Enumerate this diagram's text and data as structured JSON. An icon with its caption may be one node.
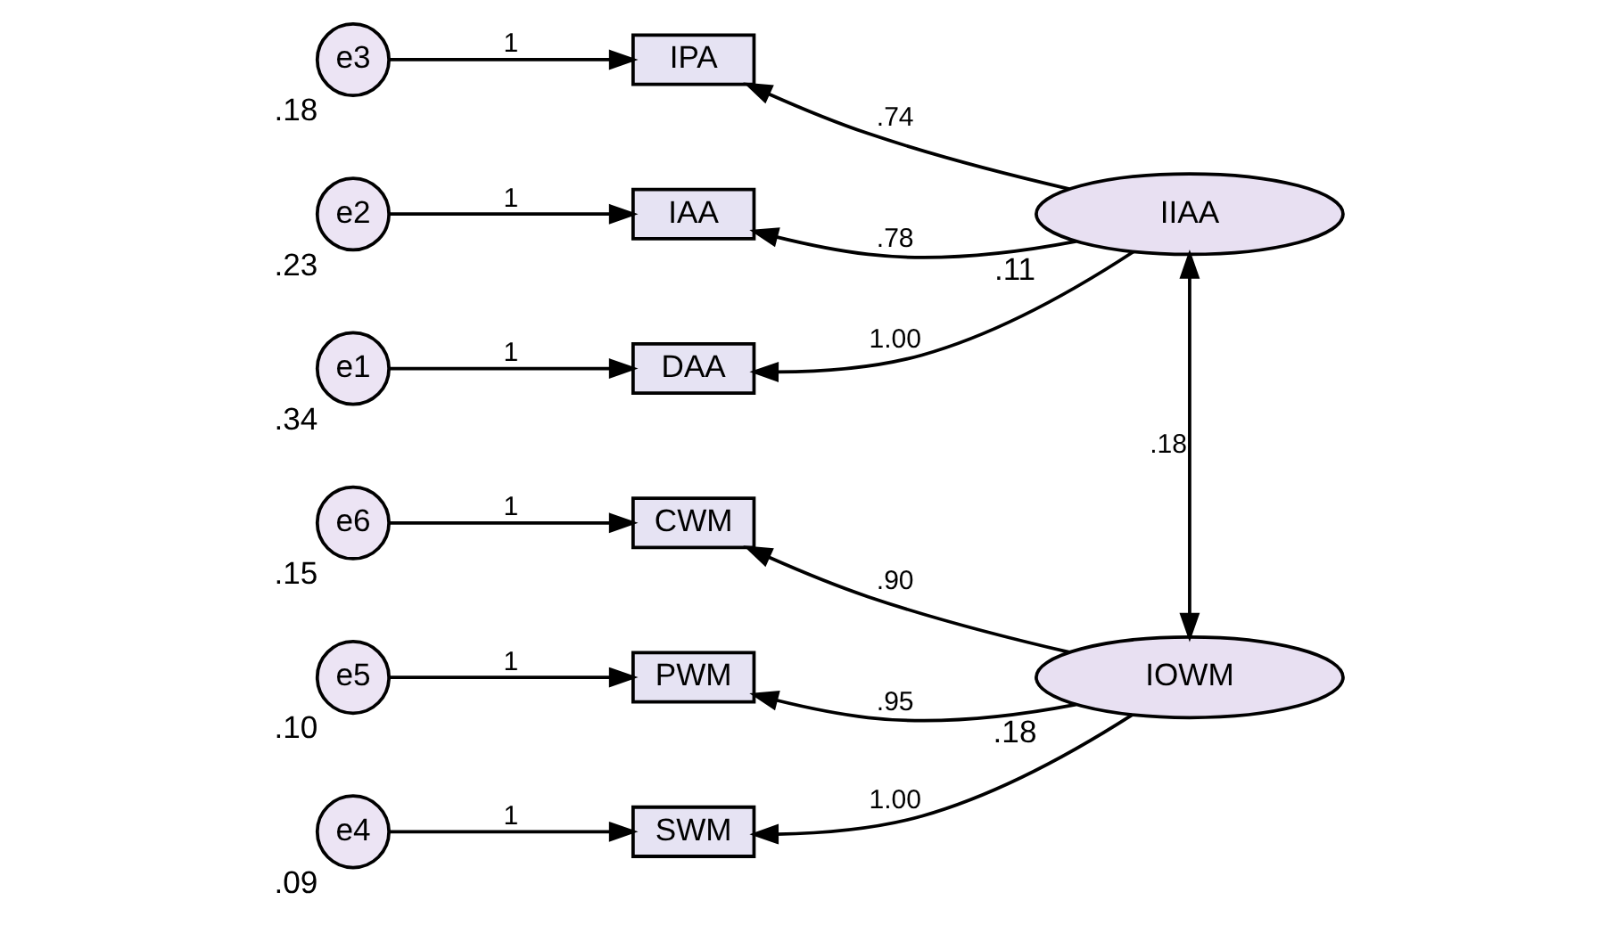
{
  "diagram": {
    "nodes": [
      {
        "text": [
          "e3"
        ],
        "beside": [
          ".18"
        ]
      },
      {
        "text": [
          "e2"
        ],
        "beside": [
          ".23"
        ]
      },
      {
        "text": [
          "e1"
        ],
        "beside": [
          ".34"
        ]
      },
      {
        "text": [
          "IPA"
        ]
      },
      {
        "text": [
          "IAA"
        ]
      },
      {
        "text": [
          "DAA"
        ]
      },
      {
        "text": [
          "IIAA"
        ],
        "beside": [
          ".11"
        ]
      },
      {
        "text": [
          "e6"
        ],
        "beside": [
          ".15"
        ]
      },
      {
        "text": [
          "e5"
        ],
        "beside": [
          ".10"
        ]
      },
      {
        "text": [
          "e4"
        ],
        "beside": [
          ".09"
        ]
      },
      {
        "text": [
          "CWM"
        ]
      },
      {
        "text": [
          "PWM"
        ]
      },
      {
        "text": [
          "SWM"
        ]
      },
      {
        "text": [
          "IOWM"
        ],
        "beside": [
          ".18"
        ]
      }
    ],
    "edges": [
      {
        "from": 0,
        "to": 3,
        "arrow": "to",
        "label": "1"
      },
      {
        "from": 6,
        "to": 3,
        "arrow": "to",
        "label": ".74"
      },
      {
        "from": 1,
        "to": 4,
        "arrow": "to",
        "label": "1"
      },
      {
        "from": 6,
        "to": 4,
        "arrow": "to",
        "label": ".78"
      },
      {
        "from": 2,
        "to": 5,
        "arrow": "to",
        "label": "1"
      },
      {
        "from": 6,
        "to": 5,
        "arrow": "to",
        "label": "1.00"
      },
      {
        "from": 7,
        "to": 10,
        "arrow": "to",
        "label": "1"
      },
      {
        "from": 13,
        "to": 10,
        "arrow": "to",
        "label": ".90"
      },
      {
        "from": 8,
        "to": 11,
        "arrow": "to",
        "label": "1"
      },
      {
        "from": 13,
        "to": 11,
        "arrow": "to",
        "label": ".95"
      },
      {
        "from": 9,
        "to": 12,
        "arrow": "to",
        "label": "1"
      },
      {
        "from": 13,
        "to": 12,
        "arrow": "to",
        "label": "1.00"
      },
      {
        "from": 6,
        "to": 13,
        "arrow": "both",
        "label": ".18"
      }
    ]
  }
}
